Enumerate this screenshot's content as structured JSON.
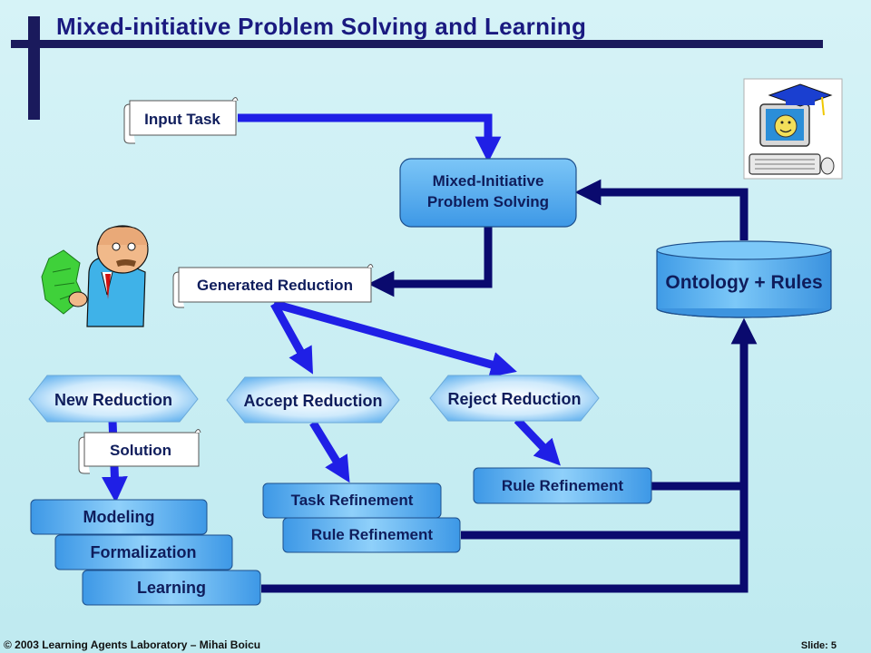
{
  "slide": {
    "title": "Mixed-initiative Problem Solving and Learning",
    "footer_left": "© 2003 Learning Agents Laboratory – Mihai Boicu",
    "footer_right": "Slide: 5"
  },
  "diagram": {
    "input_task": "Input Task",
    "mixed_initiative_line1": "Mixed-Initiative",
    "mixed_initiative_line2": "Problem Solving",
    "ontology_rules": "Ontology + Rules",
    "generated_reduction": "Generated Reduction",
    "new_reduction": "New Reduction",
    "accept_reduction": "Accept Reduction",
    "reject_reduction": "Reject Reduction",
    "solution": "Solution",
    "modeling": "Modeling",
    "formalization": "Formalization",
    "learning": "Learning",
    "task_refinement": "Task Refinement",
    "rule_refinement_accept": "Rule Refinement",
    "rule_refinement_reject": "Rule Refinement"
  },
  "colors": {
    "title": "#1a1a80",
    "navy": "#0a0a6e",
    "blue_arrow": "#1f1fe6",
    "box_fill": "#4da8ee",
    "box_text": "#0f1d5c"
  }
}
